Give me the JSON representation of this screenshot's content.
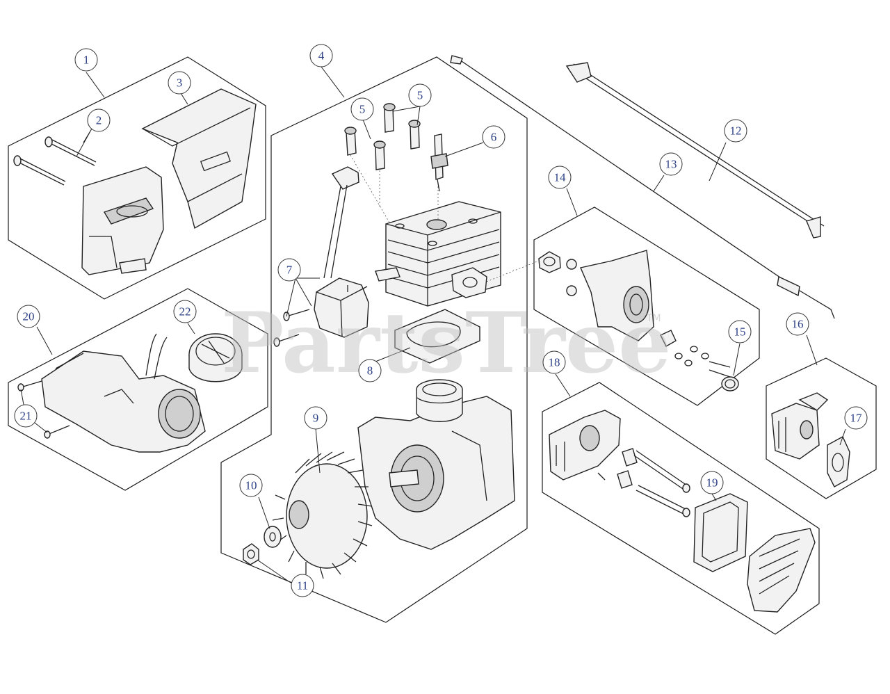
{
  "watermark": {
    "text": "PartsTree",
    "tm": "TM"
  },
  "callouts": [
    {
      "id": "c1",
      "label": "1"
    },
    {
      "id": "c2",
      "label": "2"
    },
    {
      "id": "c3",
      "label": "3"
    },
    {
      "id": "c4",
      "label": "4"
    },
    {
      "id": "c5a",
      "label": "5"
    },
    {
      "id": "c5b",
      "label": "5"
    },
    {
      "id": "c6",
      "label": "6"
    },
    {
      "id": "c7",
      "label": "7"
    },
    {
      "id": "c8",
      "label": "8"
    },
    {
      "id": "c9",
      "label": "9"
    },
    {
      "id": "c10",
      "label": "10"
    },
    {
      "id": "c11",
      "label": "11"
    },
    {
      "id": "c12",
      "label": "12"
    },
    {
      "id": "c13",
      "label": "13"
    },
    {
      "id": "c14",
      "label": "14"
    },
    {
      "id": "c15",
      "label": "15"
    },
    {
      "id": "c16",
      "label": "16"
    },
    {
      "id": "c17",
      "label": "17"
    },
    {
      "id": "c18",
      "label": "18"
    },
    {
      "id": "c19",
      "label": "19"
    },
    {
      "id": "c20",
      "label": "20"
    },
    {
      "id": "c21",
      "label": "21"
    },
    {
      "id": "c22",
      "label": "22"
    }
  ]
}
